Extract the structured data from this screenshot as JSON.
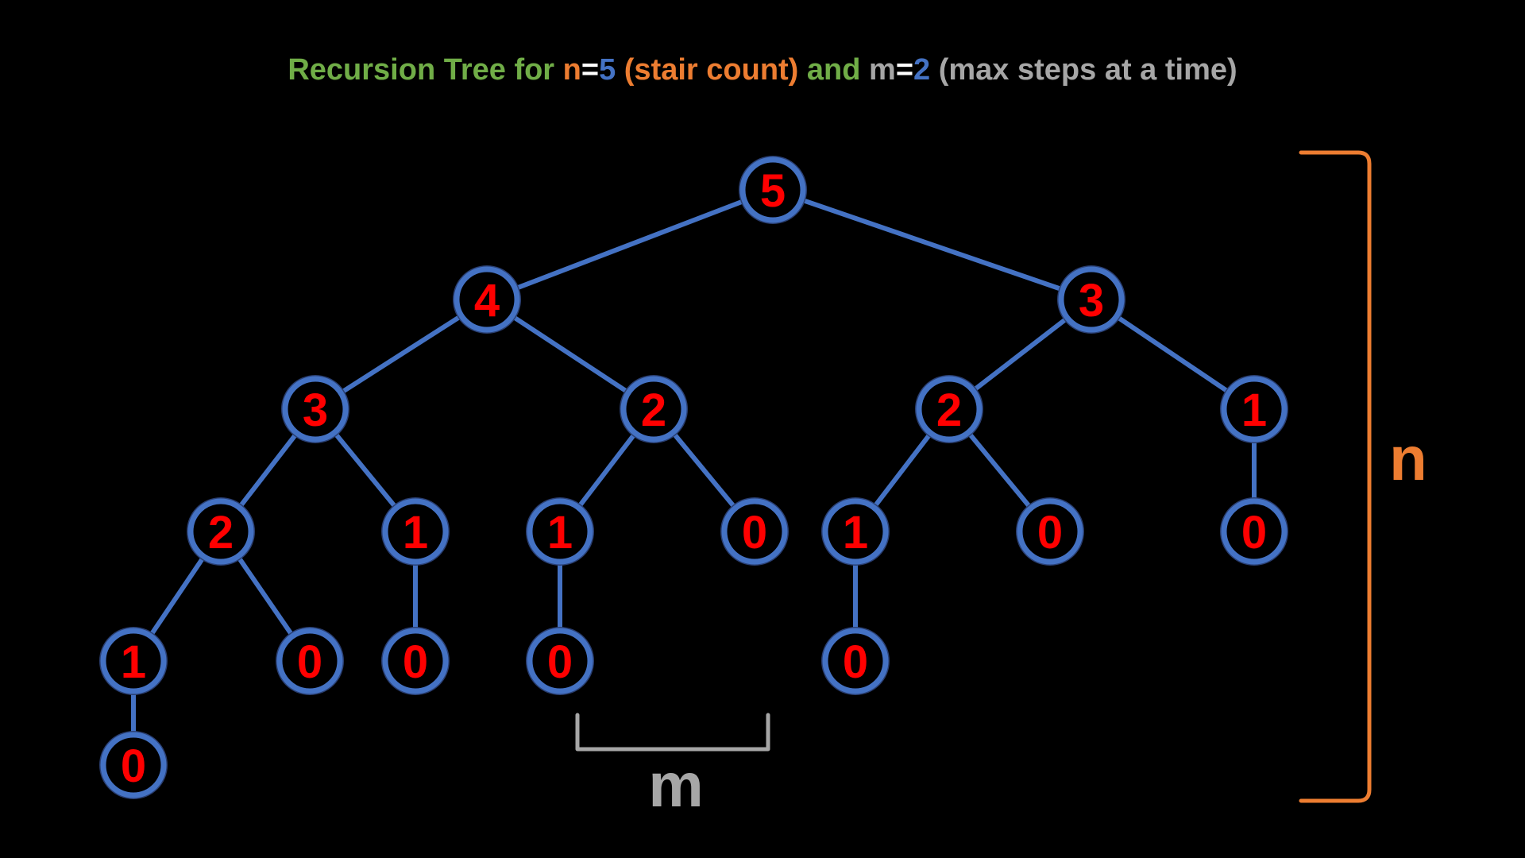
{
  "title": {
    "segments": [
      {
        "text": "Recursion Tree for ",
        "color": "#70ad47"
      },
      {
        "text": "n",
        "color": "#ed7d31"
      },
      {
        "text": "=",
        "color": "#ffffff"
      },
      {
        "text": "5",
        "color": "#4472c4"
      },
      {
        "text": " (stair count) ",
        "color": "#ed7d31"
      },
      {
        "text": "and ",
        "color": "#70ad47"
      },
      {
        "text": "m",
        "color": "#a6a6a6"
      },
      {
        "text": "=",
        "color": "#ffffff"
      },
      {
        "text": "2",
        "color": "#4472c4"
      },
      {
        "text": " (max steps at a time)",
        "color": "#a6a6a6"
      }
    ]
  },
  "tree": {
    "nodes": [
      {
        "id": "a",
        "label": "5"
      },
      {
        "id": "b",
        "label": "4"
      },
      {
        "id": "c",
        "label": "3"
      },
      {
        "id": "d",
        "label": "3"
      },
      {
        "id": "e",
        "label": "2"
      },
      {
        "id": "f",
        "label": "2"
      },
      {
        "id": "g",
        "label": "1"
      },
      {
        "id": "h",
        "label": "2"
      },
      {
        "id": "i",
        "label": "1"
      },
      {
        "id": "j",
        "label": "1"
      },
      {
        "id": "k",
        "label": "0"
      },
      {
        "id": "l",
        "label": "1"
      },
      {
        "id": "m",
        "label": "0"
      },
      {
        "id": "n",
        "label": "0"
      },
      {
        "id": "o",
        "label": "1"
      },
      {
        "id": "p",
        "label": "0"
      },
      {
        "id": "q",
        "label": "0"
      },
      {
        "id": "r",
        "label": "0"
      },
      {
        "id": "s",
        "label": "0"
      },
      {
        "id": "t",
        "label": "0"
      }
    ],
    "edges": [
      [
        "a",
        "b"
      ],
      [
        "a",
        "c"
      ],
      [
        "b",
        "d"
      ],
      [
        "b",
        "e"
      ],
      [
        "c",
        "f"
      ],
      [
        "c",
        "g"
      ],
      [
        "d",
        "h"
      ],
      [
        "d",
        "i"
      ],
      [
        "e",
        "j"
      ],
      [
        "e",
        "k"
      ],
      [
        "f",
        "l"
      ],
      [
        "f",
        "m"
      ],
      [
        "g",
        "n"
      ],
      [
        "h",
        "o"
      ],
      [
        "h",
        "p"
      ],
      [
        "i",
        "q"
      ],
      [
        "j",
        "r"
      ],
      [
        "l",
        "s"
      ],
      [
        "o",
        "t"
      ]
    ]
  },
  "braces": {
    "depth_label": "n",
    "breadth_label": "m"
  },
  "colors": {
    "background": "#000000",
    "edge": "#4472c4",
    "node_fill": "#000000",
    "node_stroke": "#4472c4",
    "node_text": "#ff0000",
    "depth_brace": "#ed7d31",
    "breadth_brace": "#a6a6a6"
  }
}
